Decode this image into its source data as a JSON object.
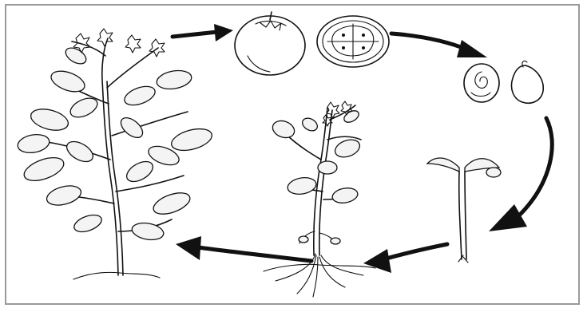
{
  "diagram": {
    "type": "life-cycle",
    "stages": [
      {
        "id": "mature-plant",
        "icon": "flowering-plant-illustration"
      },
      {
        "id": "fruit",
        "icon": "tomato-fruit-illustration"
      },
      {
        "id": "fruit-cross-section",
        "icon": "tomato-cross-section-illustration"
      },
      {
        "id": "seed-section",
        "icon": "seed-section-illustration"
      },
      {
        "id": "seed",
        "icon": "seed-illustration"
      },
      {
        "id": "seedling",
        "icon": "seedling-illustration"
      },
      {
        "id": "young-plant",
        "icon": "young-plant-illustration"
      }
    ],
    "arrows": [
      {
        "from": "mature-plant",
        "to": "fruit"
      },
      {
        "from": "fruit-cross-section",
        "to": "seed-section"
      },
      {
        "from": "seed",
        "to": "seedling"
      },
      {
        "from": "seedling",
        "to": "young-plant"
      },
      {
        "from": "young-plant",
        "to": "mature-plant"
      }
    ],
    "colors": {
      "ink": "#111111",
      "frame": "#9a9a9a",
      "background": "#ffffff"
    }
  }
}
